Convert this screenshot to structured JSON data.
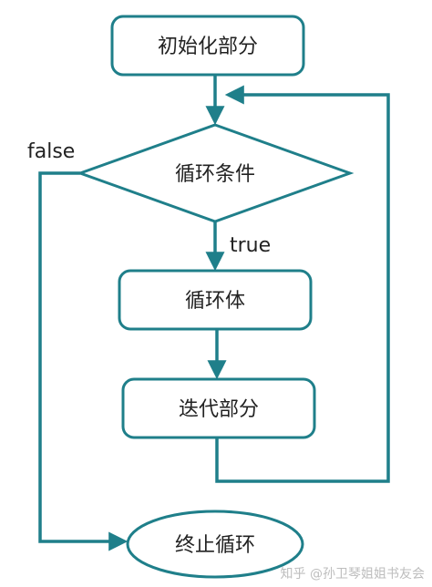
{
  "colors": {
    "stroke": "#1f7f8a",
    "text": "#222222",
    "watermark": "#bdbdbd"
  },
  "nodes": {
    "init": "初始化部分",
    "condition": "循环条件",
    "body": "循环体",
    "update": "迭代部分",
    "end": "终止循环"
  },
  "edges": {
    "false_label": "false",
    "true_label": "true"
  },
  "watermark": "知乎 @孙卫琴姐姐书友会"
}
